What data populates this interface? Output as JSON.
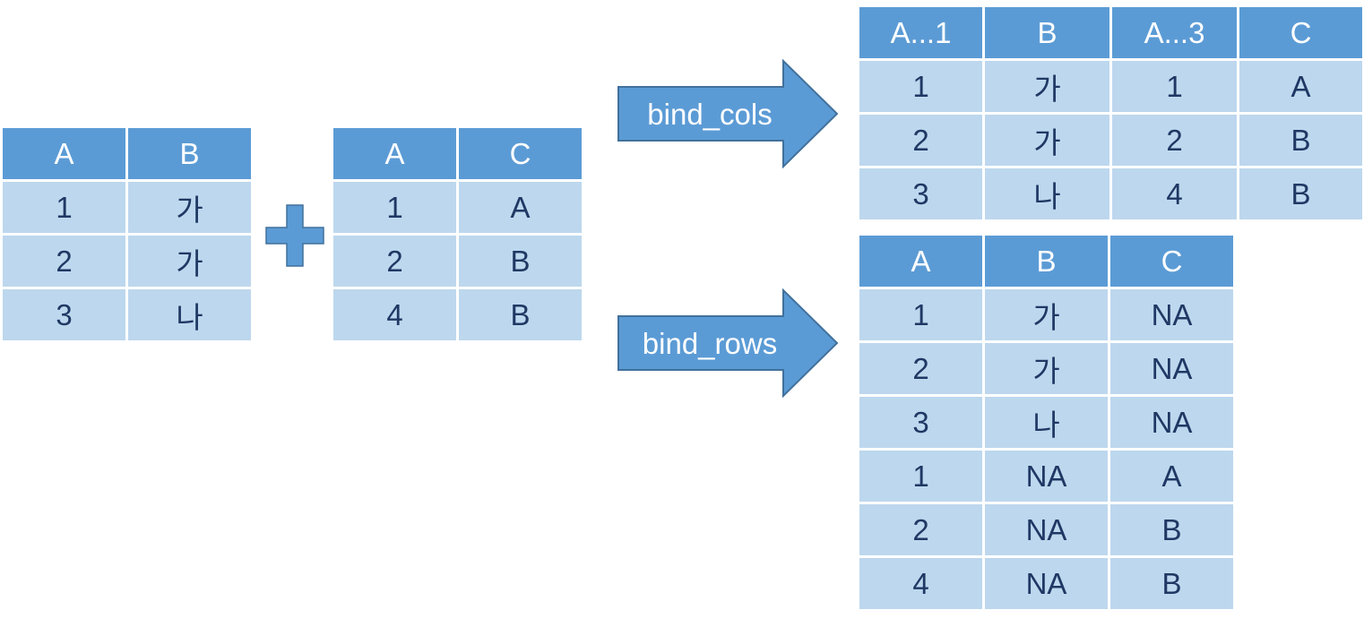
{
  "colors": {
    "header_fill": "#5b9bd5",
    "body_fill": "#bdd7ee",
    "header_text": "#ffffff",
    "body_text": "#1f3864",
    "arrow_fill": "#5b9bd5",
    "arrow_stroke": "#41719c"
  },
  "operator": {
    "icon": "plus-icon"
  },
  "tables": {
    "left1": {
      "headers": [
        "A",
        "B"
      ],
      "rows": [
        [
          "1",
          "가"
        ],
        [
          "2",
          "가"
        ],
        [
          "3",
          "나"
        ]
      ]
    },
    "left2": {
      "headers": [
        "A",
        "C"
      ],
      "rows": [
        [
          "1",
          "A"
        ],
        [
          "2",
          "B"
        ],
        [
          "4",
          "B"
        ]
      ]
    },
    "bind_cols_result": {
      "headers": [
        "A...1",
        "B",
        "A...3",
        "C"
      ],
      "rows": [
        [
          "1",
          "가",
          "1",
          "A"
        ],
        [
          "2",
          "가",
          "2",
          "B"
        ],
        [
          "3",
          "나",
          "4",
          "B"
        ]
      ]
    },
    "bind_rows_result": {
      "headers": [
        "A",
        "B",
        "C"
      ],
      "rows": [
        [
          "1",
          "가",
          "NA"
        ],
        [
          "2",
          "가",
          "NA"
        ],
        [
          "3",
          "나",
          "NA"
        ],
        [
          "1",
          "NA",
          "A"
        ],
        [
          "2",
          "NA",
          "B"
        ],
        [
          "4",
          "NA",
          "B"
        ]
      ]
    }
  },
  "arrows": {
    "cols": {
      "label": "bind_cols"
    },
    "rows": {
      "label": "bind_rows"
    }
  }
}
